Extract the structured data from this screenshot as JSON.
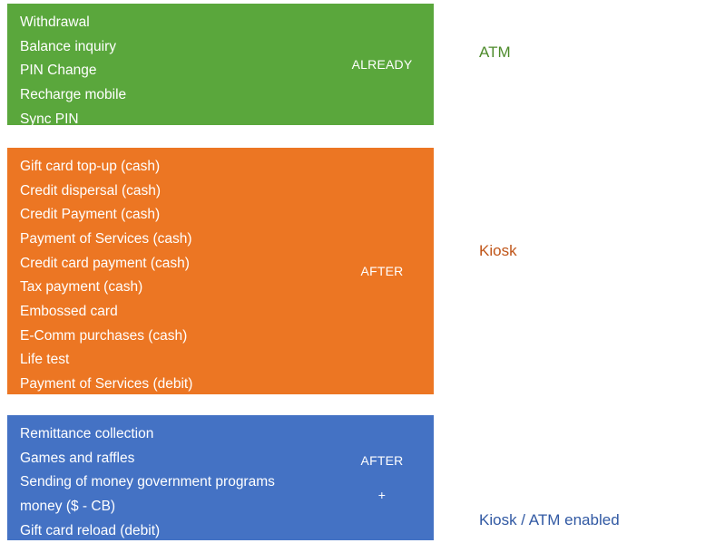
{
  "bands": [
    {
      "id": "atm",
      "color": "#5aa73c",
      "tag": "ALREADY",
      "tag_plus": "",
      "side_label": "ATM",
      "side_label_color": "#4d8b2b",
      "items": [
        "Withdrawal",
        "Balance inquiry",
        "PIN Change",
        "Recharge mobile",
        "Sync PIN"
      ]
    },
    {
      "id": "kiosk",
      "color": "#ec7623",
      "tag": "AFTER",
      "tag_plus": "",
      "side_label": "Kiosk",
      "side_label_color": "#c0561a",
      "items": [
        "Gift card top-up (cash)",
        "Credit dispersal (cash)",
        "Credit Payment (cash)",
        "Payment of Services (cash)",
        "Credit card payment (cash)",
        "Tax payment (cash)",
        "Embossed card",
        "E-Comm purchases (cash)",
        "Life test",
        "Payment of Services (debit)"
      ]
    },
    {
      "id": "blue",
      "color": "#4472c4",
      "tag": "AFTER",
      "tag_plus": "+",
      "side_label": "Kiosk / ATM enabled",
      "side_label_color": "#3159a3",
      "items": [
        "Remittance collection",
        "Games and raffles",
        "Sending of money government programs",
        "money ($ - CB)",
        "Gift card reload (debit)"
      ]
    }
  ]
}
